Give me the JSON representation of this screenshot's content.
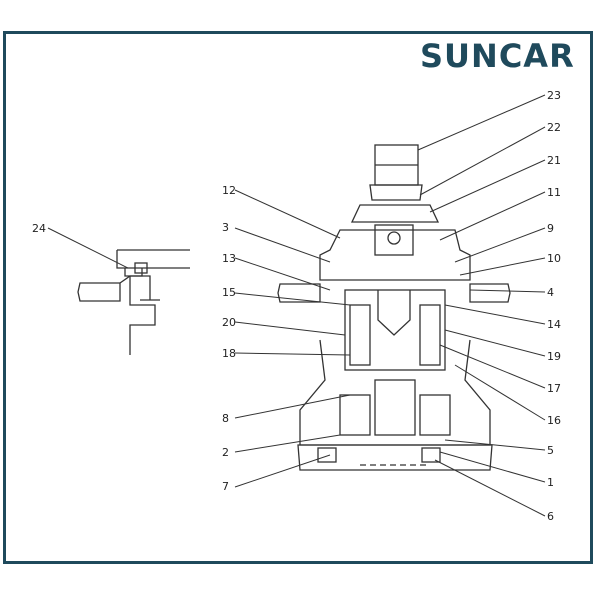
{
  "brand": {
    "name": "SUNCAR",
    "color": "#1f4a5c"
  },
  "diagram": {
    "part_labels": [
      "1",
      "2",
      "3",
      "4",
      "5",
      "6",
      "7",
      "8",
      "9",
      "10",
      "11",
      "12",
      "13",
      "14",
      "15",
      "16",
      "17",
      "18",
      "19",
      "20",
      "21",
      "22",
      "23",
      "24"
    ]
  }
}
